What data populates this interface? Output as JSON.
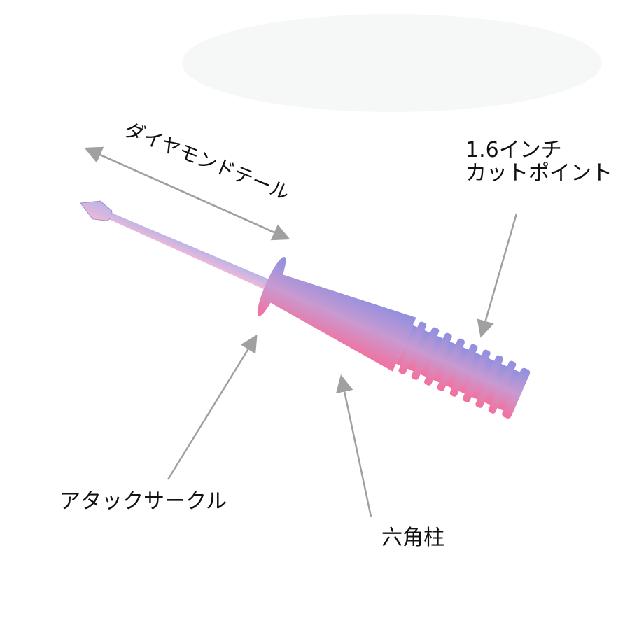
{
  "labels": {
    "diamond_tail": "ダイヤモンドテール",
    "length": "1.6インチ",
    "cut_point": "カットポイント",
    "attack_circle": "アタックサークル",
    "hex_column": "六角柱"
  },
  "colors": {
    "body_pink": "#f27aa8",
    "body_purple": "#9a8fd8",
    "arrow": "#a0a0a0",
    "text": "#111111"
  }
}
